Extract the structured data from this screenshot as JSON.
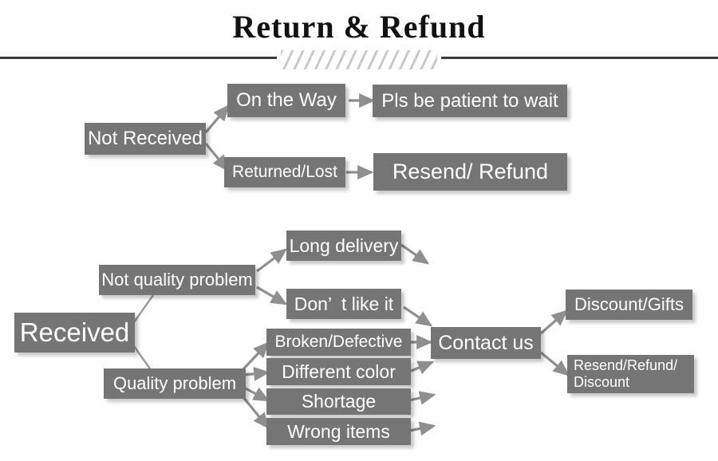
{
  "header": {
    "title": "Return & Refund",
    "divider_icon": "diagonal-hatch-divider"
  },
  "colors": {
    "node_fill": "#757575",
    "node_text": "#ffffff",
    "connector": "#8f8f8f",
    "title_text": "#111111",
    "rule": "#3a3a3a",
    "hatch": "#c9c9c9",
    "background": "#ffffff"
  },
  "flowchart": {
    "not_received_branch": {
      "root": "Not Received",
      "steps": [
        {
          "condition": "On the Way",
          "outcome": "Pls be patient to wait"
        },
        {
          "condition": "Returned/Lost",
          "outcome": "Resend/ Refund"
        }
      ]
    },
    "received_branch": {
      "root": "Received",
      "categories": [
        {
          "name": "Not quality problem",
          "reasons": [
            "Long delivery",
            "Don’  t like it"
          ]
        },
        {
          "name": "Quality problem",
          "reasons": [
            "Broken/Defective",
            "Different color",
            "Shortage",
            "Wrong items"
          ]
        }
      ],
      "action": "Contact us",
      "resolutions": [
        "Discount/Gifts",
        "Resend/Refund/\nDiscount"
      ]
    }
  }
}
